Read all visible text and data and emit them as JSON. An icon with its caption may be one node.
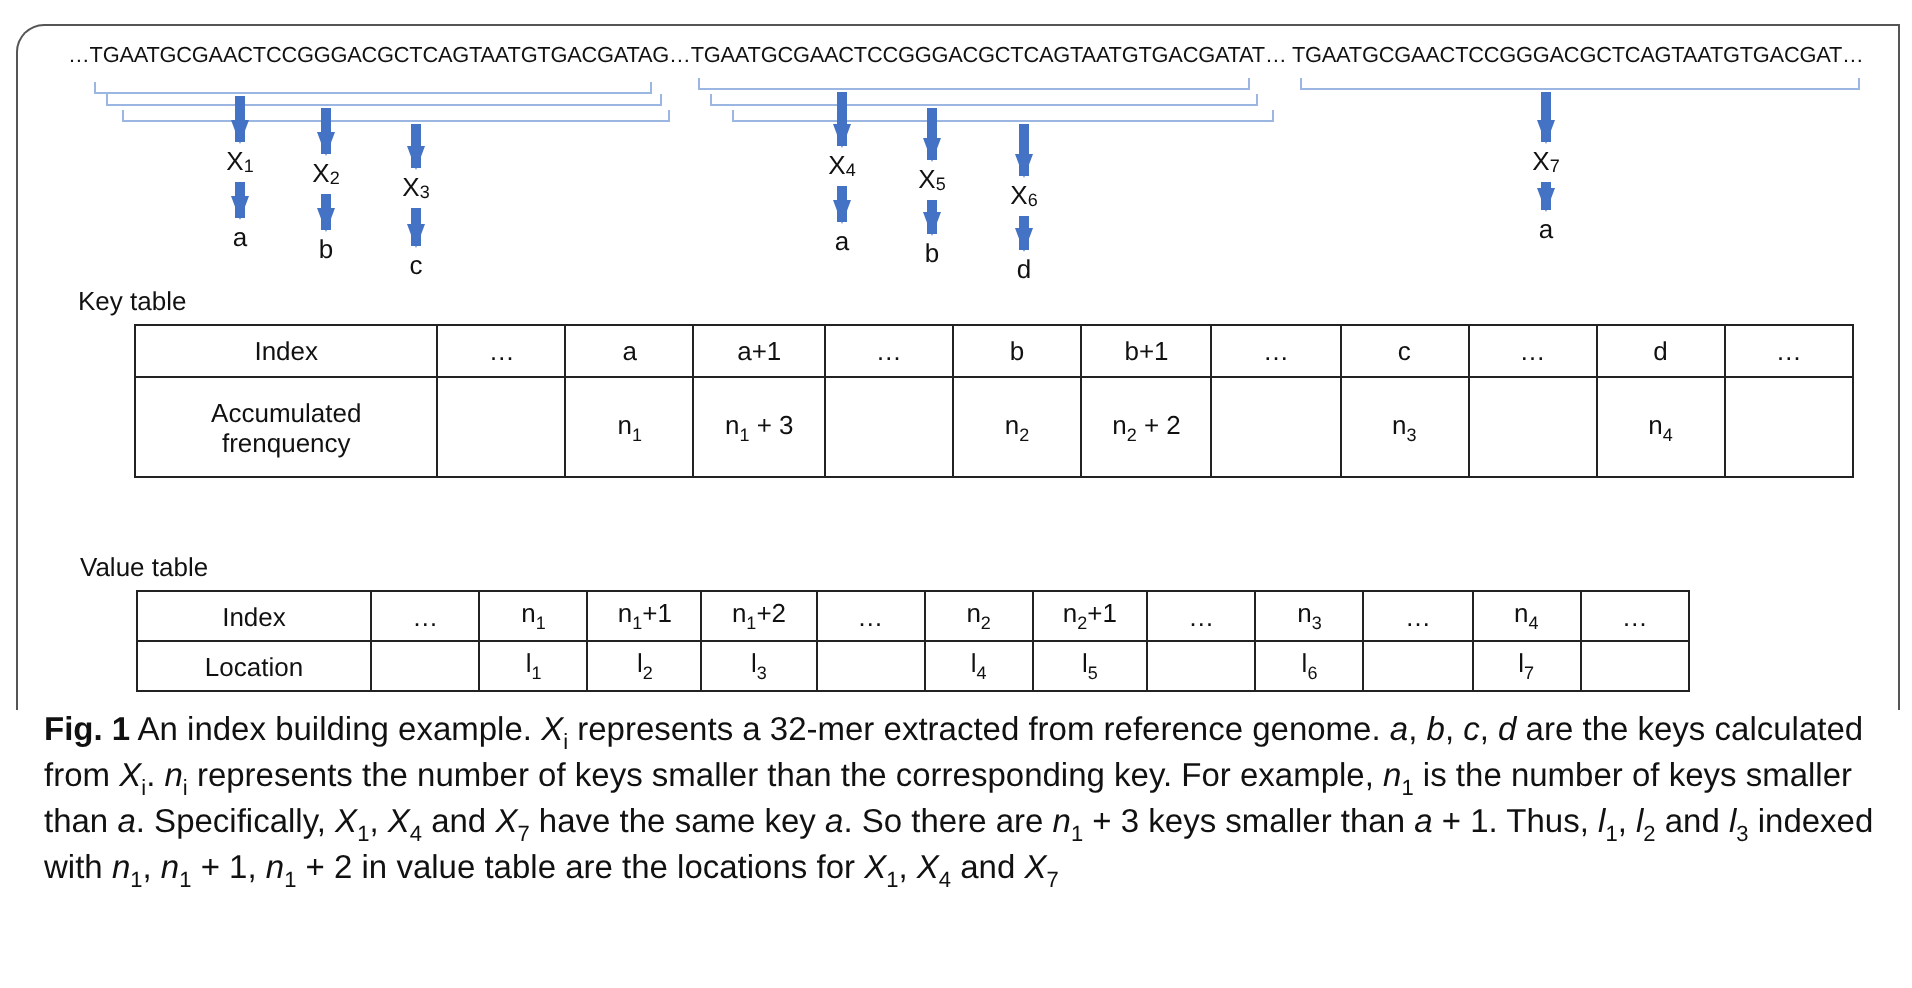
{
  "diagram": {
    "nodes": [
      {
        "text": [],
        "shape": "bracket"
      },
      {
        "text": [],
        "shape": "bracket"
      },
      {
        "text": [],
        "shape": "bracket"
      },
      {
        "text": [],
        "shape": "bracket"
      },
      {
        "text": [],
        "shape": "bracket"
      },
      {
        "text": [],
        "shape": "bracket"
      },
      {
        "text": [],
        "shape": "bracket"
      },
      {
        "text": [
          "X$_{1}$"
        ]
      },
      {
        "text": [
          "X$_{2}$"
        ]
      },
      {
        "text": [
          "X$_{3}$"
        ]
      },
      {
        "text": [
          "X$_{4}$"
        ]
      },
      {
        "text": [
          "X$_{5}$"
        ]
      },
      {
        "text": [
          "X$_{6}$"
        ]
      },
      {
        "text": [
          "X$_{7}$"
        ]
      },
      {
        "text": [
          "a"
        ]
      },
      {
        "text": [
          "b"
        ]
      },
      {
        "text": [
          "c"
        ]
      },
      {
        "text": [
          "a"
        ]
      },
      {
        "text": [
          "b"
        ]
      },
      {
        "text": [
          "d"
        ]
      },
      {
        "text": [
          "a"
        ]
      }
    ],
    "edges": [
      {
        "from": 0,
        "to": 7,
        "arrow": "to"
      },
      {
        "from": 1,
        "to": 8,
        "arrow": "to"
      },
      {
        "from": 2,
        "to": 9,
        "arrow": "to"
      },
      {
        "from": 3,
        "to": 10,
        "arrow": "to"
      },
      {
        "from": 4,
        "to": 11,
        "arrow": "to"
      },
      {
        "from": 5,
        "to": 12,
        "arrow": "to"
      },
      {
        "from": 6,
        "to": 13,
        "arrow": "to"
      },
      {
        "from": 7,
        "to": 14,
        "arrow": "to"
      },
      {
        "from": 8,
        "to": 15,
        "arrow": "to"
      },
      {
        "from": 9,
        "to": 16,
        "arrow": "to"
      },
      {
        "from": 10,
        "to": 17,
        "arrow": "to"
      },
      {
        "from": 11,
        "to": 18,
        "arrow": "to"
      },
      {
        "from": 12,
        "to": 19,
        "arrow": "to"
      },
      {
        "from": 13,
        "to": 20,
        "arrow": "to"
      }
    ],
    "labels": [
      "…TGAATGCGAACTCCGGGACGCTCAGTAATGTGACGATAG…TGAATGCGAACTCCGGGACGCTCAGTAATGTGACGATAT… TGAATGCGAACTCCGGGACGCTCAGTAATGTGACGAT…",
      "Key table",
      "Index",
      "…",
      "a",
      "a+1",
      "…",
      "b",
      "b+1",
      "…",
      "c",
      "…",
      "d",
      "…",
      "Accumulated frenquency",
      "n$_{1}$",
      "n$_{1}$ + 3",
      "n$_{2}$",
      "n$_{2}$ + 2",
      "n$_{3}$",
      "n$_{4}$",
      "Value table",
      "Index",
      "…",
      "n$_{1}$",
      "n$_{1}$+1",
      "n$_{1}$+2",
      "…",
      "n$_{2}$",
      "n$_{2}$+1",
      "…",
      "n$_{3}$",
      "…",
      "n$_{4}$",
      "…",
      "Location",
      "l$_{1}$",
      "l$_{2}$",
      "l$_{3}$",
      "l$_{4}$",
      "l$_{5}$",
      "l$_{6}$",
      "l$_{7}$"
    ],
    "caption": "**Fig. 1** An index building example. *X*$_{i}$ represents a 32-mer extracted from reference genome. *a*, *b*, *c*, *d* are the keys calculated from *X*$_{i}$. *n*$_{i}$ represents the number of keys smaller than the corresponding key. For example, *n*$_{1}$ is the number of keys smaller than *a*. Specifically, *X*$_{1}$, *X*$_{4}$ and *X*$_{7}$ have the same key *a*. So there are *n*$_{1}$ + 3 keys smaller than *a* + 1. Thus, *l*$_{1}$, *l*$_{2}$ and *l*$_{3}$ indexed with *n*$_{1}$, *n*$_{1}$ + 1, *n*$_{1}$ + 2 in value table are the locations for *X*$_{1}$, *X*$_{4}$ and *X*$_{7}$"
  }
}
